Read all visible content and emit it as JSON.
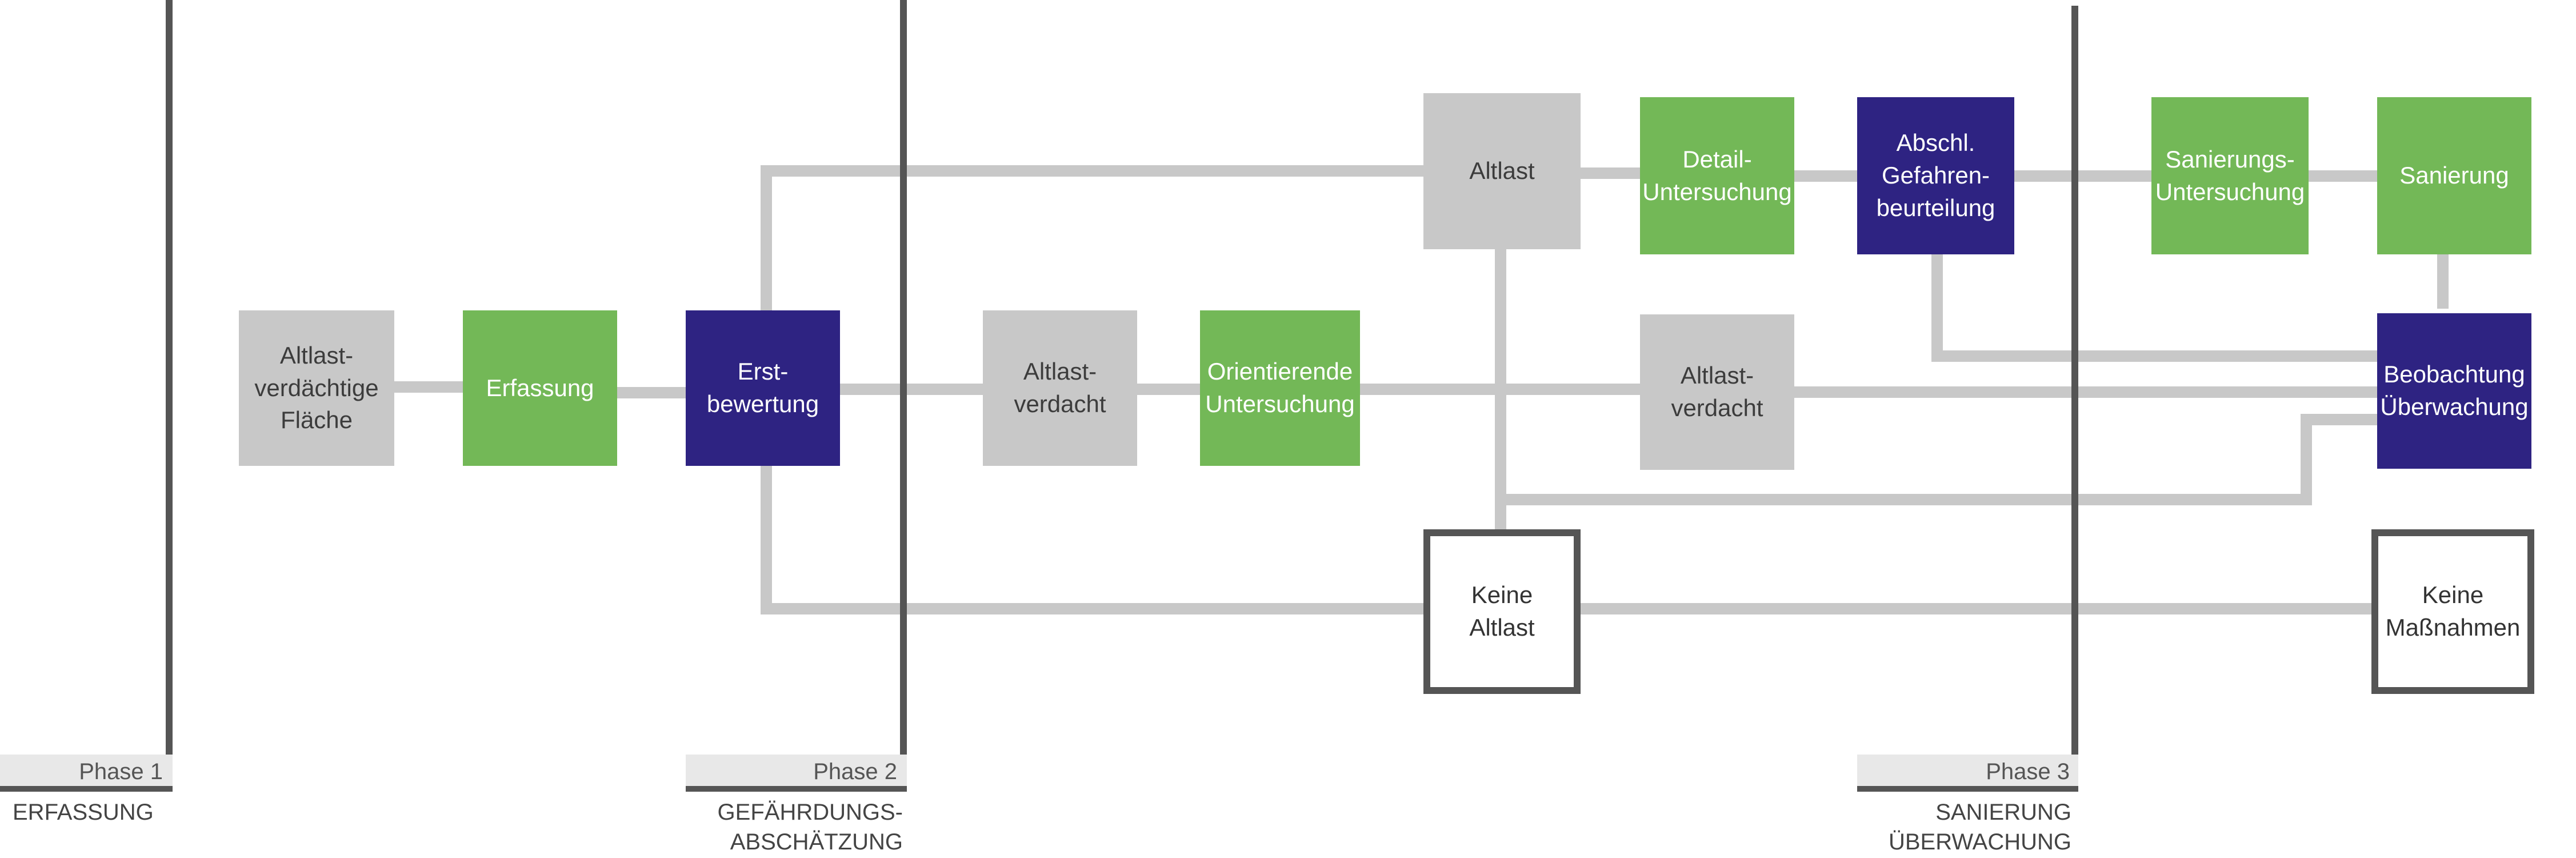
{
  "colors": {
    "gray_box": "#c8c8c8",
    "green_box": "#73b857",
    "navy_box": "#2e2382",
    "connector": "#c8c8c8",
    "phase_line": "#555555"
  },
  "phases": [
    {
      "number": "Phase 1",
      "name_line1": "ERFASSUNG",
      "name_line2": ""
    },
    {
      "number": "Phase 2",
      "name_line1": "GEFÄHRDUNGS-",
      "name_line2": "ABSCHÄTZUNG"
    },
    {
      "number": "Phase 3",
      "name_line1": "SANIERUNG",
      "name_line2": "ÜBERWACHUNG"
    }
  ],
  "nodes": {
    "altlastverdaechtige_flaeche": "Altlast-\nverdächtige\nFläche",
    "erfassung": "Erfassung",
    "erstbewertung": "Erst-\nbewertung",
    "altlastverdacht_1": "Altlast-\nverdacht",
    "orientierende_untersuchung": "Orientierende\nUntersuchung",
    "altlast": "Altlast",
    "altlastverdacht_2": "Altlast-\nverdacht",
    "keine_altlast": "Keine\nAltlast",
    "detail_untersuchung": "Detail-\nUntersuchung",
    "abschl_gefahrenbeurteilung": "Abschl.\nGefahren-\nbeurteilung",
    "sanierungs_untersuchung": "Sanierungs-\nUntersuchung",
    "sanierung": "Sanierung",
    "beobachtung_ueberwachung": "Beobachtung\nÜberwachung",
    "keine_massnahmen": "Keine\nMaßnahmen"
  }
}
